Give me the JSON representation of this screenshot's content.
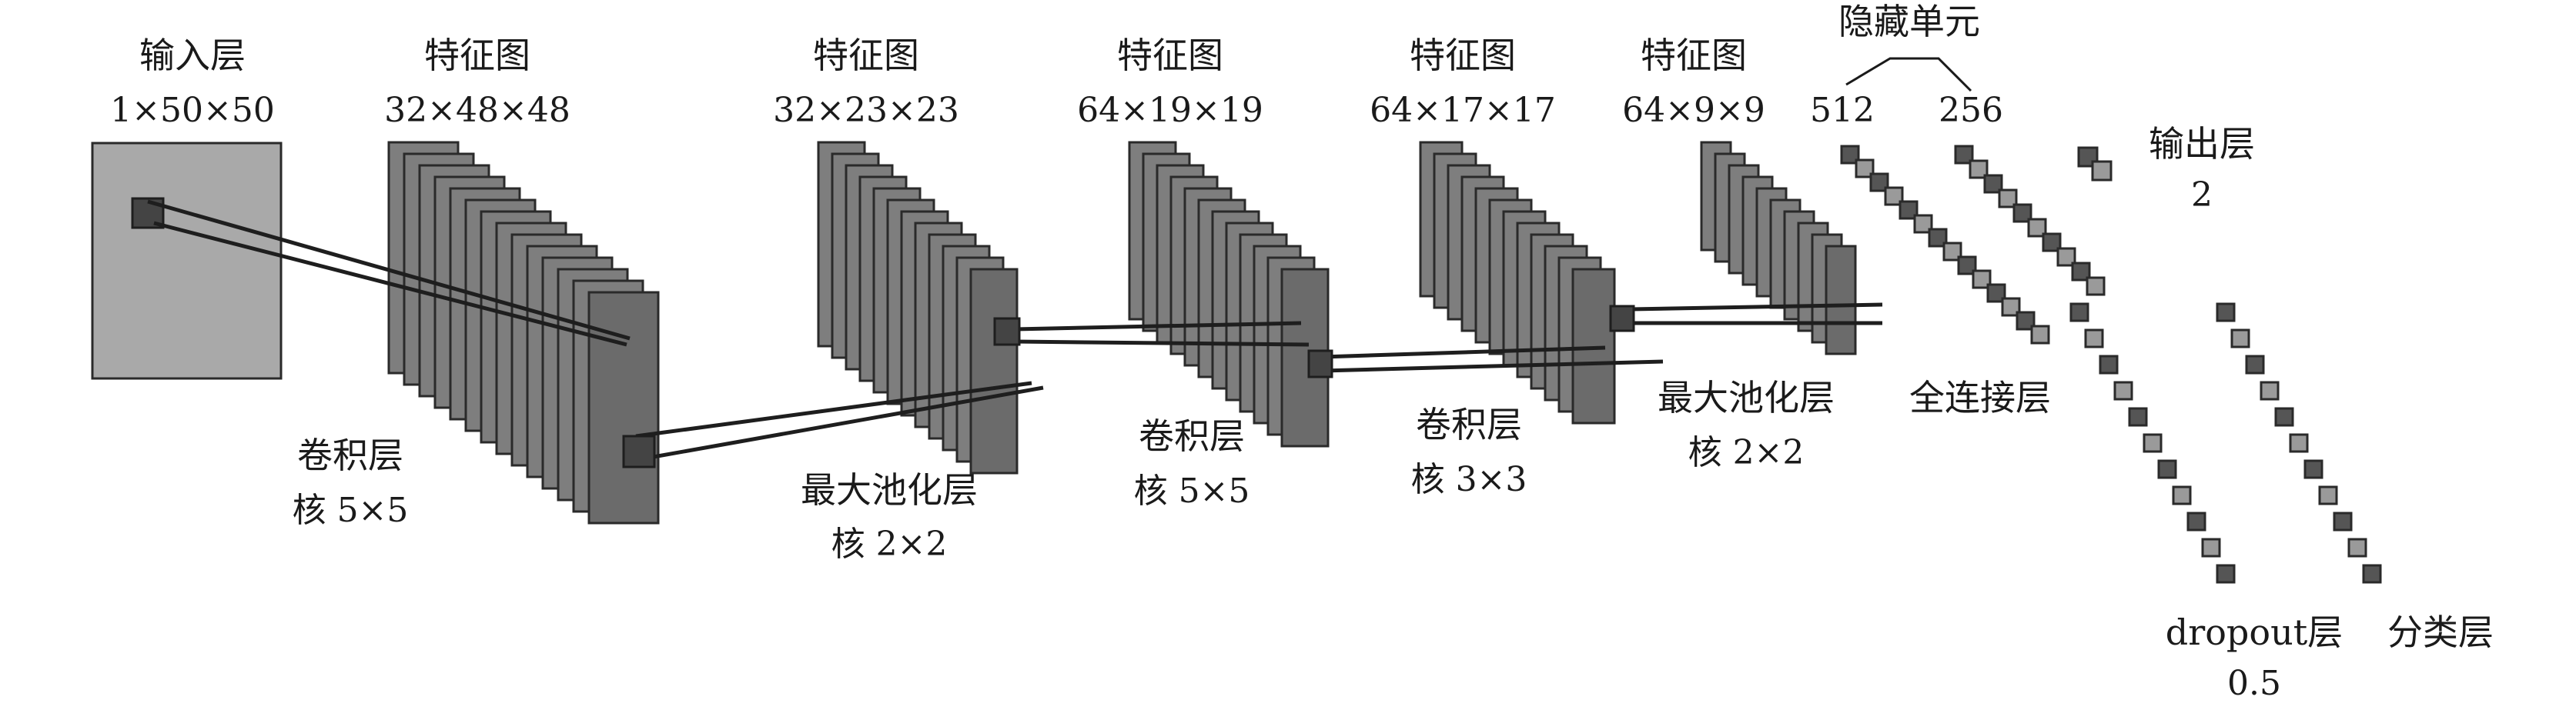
{
  "diagram": {
    "input_layer": {
      "title": "输入层",
      "dims": "1×50×50"
    },
    "feature_maps": [
      {
        "title": "特征图",
        "dims": "32×48×48"
      },
      {
        "title": "特征图",
        "dims": "32×23×23"
      },
      {
        "title": "特征图",
        "dims": "64×19×19"
      },
      {
        "title": "特征图",
        "dims": "64×17×17"
      },
      {
        "title": "特征图",
        "dims": "64×9×9"
      }
    ],
    "operations": [
      {
        "name": "卷积层",
        "kernel": "核 5×5"
      },
      {
        "name": "最大池化层",
        "kernel": "核 2×2"
      },
      {
        "name": "卷积层",
        "kernel": "核 5×5"
      },
      {
        "name": "卷积层",
        "kernel": "核 3×3"
      },
      {
        "name": "最大池化层",
        "kernel": "核 2×2"
      }
    ],
    "hidden_units": {
      "title": "隐藏单元",
      "sizes": [
        "512",
        "256"
      ]
    },
    "fully_connected": "全连接层",
    "dropout": {
      "name": "dropout层",
      "rate": "0.5"
    },
    "classifier": "分类层",
    "output_layer": {
      "title": "输出层",
      "size": "2"
    },
    "colors": {
      "input_fill": "#a9a9a9",
      "map_fill": "#7e7e7e",
      "map_front": "#6b6b6b",
      "unit_dark": "#555555",
      "unit_light": "#9a9a9a"
    }
  }
}
